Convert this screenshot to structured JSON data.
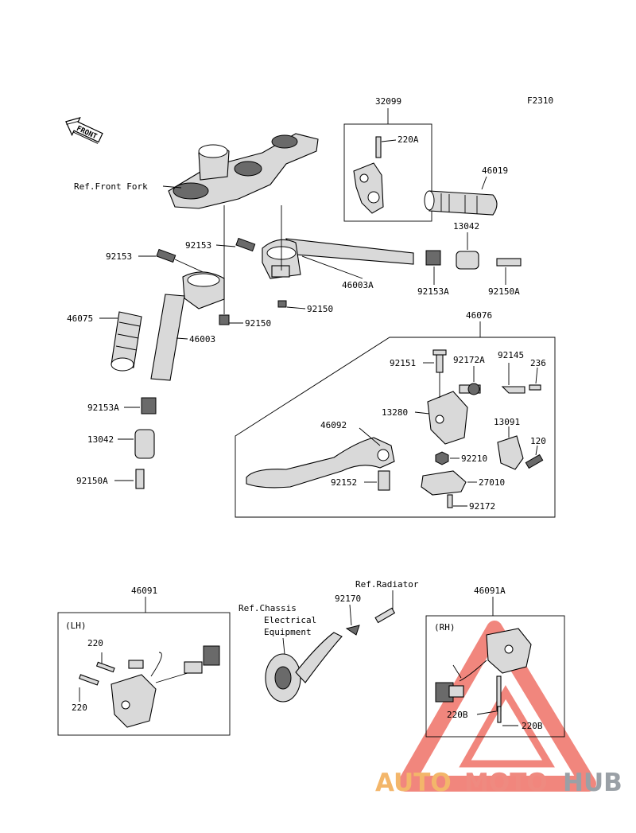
{
  "diagram_id": "F2310",
  "front_arrow_label": "FRONT",
  "labels": {
    "ref_front_fork": "Ref.Front Fork",
    "p32099": "32099",
    "p220A": "220A",
    "p46019": "46019",
    "p13042_r": "13042",
    "p92153_top": "92153",
    "p92153_left": "92153",
    "p46003A": "46003A",
    "p92153A_r": "92153A",
    "p92150A_r": "92150A",
    "p92150_a": "92150",
    "p92150_b": "92150",
    "p46075": "46075",
    "p46003": "46003",
    "p92153A_l": "92153A",
    "p13042_l": "13042",
    "p92150A_l": "92150A",
    "p46076": "46076",
    "p92151": "92151",
    "p92172A": "92172A",
    "p92145": "92145",
    "p236": "236",
    "p13280": "13280",
    "p46092": "46092",
    "p13091": "13091",
    "p120": "120",
    "p92210": "92210",
    "p92152": "92152",
    "p27010": "27010",
    "p92172": "92172",
    "p46091": "46091",
    "lh": "(LH)",
    "p220_a": "220",
    "p220_b": "220",
    "ref_chassis_1": "Ref.Chassis",
    "ref_chassis_2": "Electrical",
    "ref_chassis_3": "Equipment",
    "ref_radiator": "Ref.Radiator",
    "p92170": "92170",
    "p46091A": "46091A",
    "rh": "(RH)",
    "p220B_a": "220B",
    "p220B_b": "220B"
  },
  "watermark": {
    "part1": "AUTO",
    "part2": "MOTO",
    "part3": "HUB",
    "color1": "#f3b66a",
    "color2": "#ef8a80",
    "color3": "#9aa0a6",
    "triangle_color": "#f07a70"
  }
}
